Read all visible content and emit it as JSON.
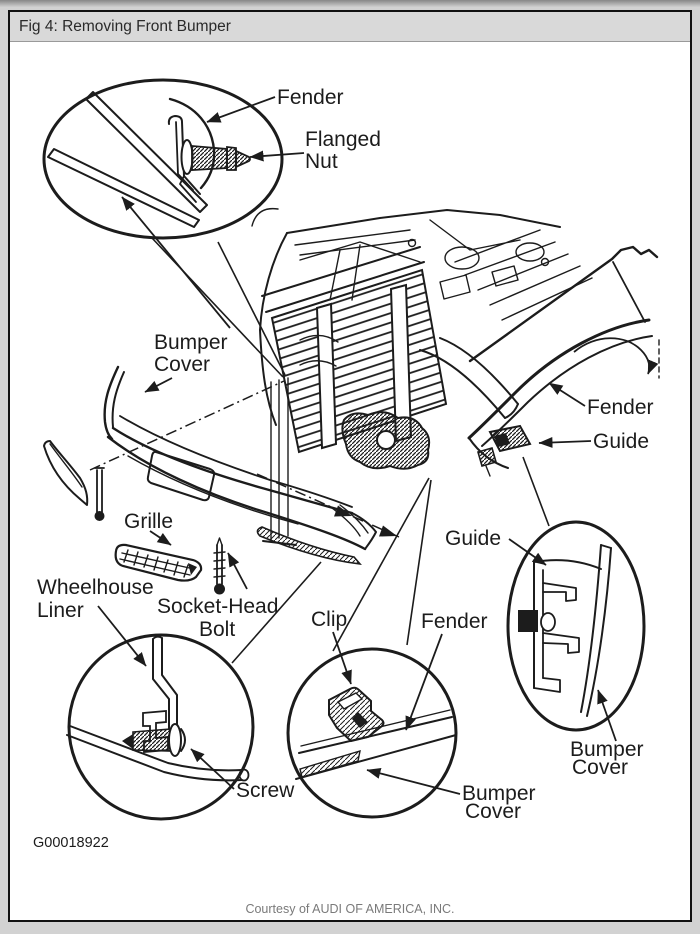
{
  "window": {
    "title": "Fig 4: Removing Front Bumper"
  },
  "labels": {
    "fender_detail": "Fender",
    "flanged_nut_line1": "Flanged",
    "flanged_nut_line2": "Nut",
    "bumper_cover_line1": "Bumper",
    "bumper_cover_line2": "Cover",
    "grille": "Grille",
    "wheelhouse_liner_line1": "Wheelhouse",
    "wheelhouse_liner_line2": "Liner",
    "socket_head_bolt_line1": "Socket-Head",
    "socket_head_bolt_line2": "Bolt",
    "clip": "Clip",
    "fender_at_clip": "Fender",
    "bumper_cover_at_clip_line1": "Bumper",
    "bumper_cover_at_clip_line2": "Cover",
    "screw": "Screw",
    "fender_right": "Fender",
    "guide_right": "Guide",
    "guide_detail": "Guide",
    "bumper_cover_detail_line1": "Bumper",
    "bumper_cover_detail_line2": "Cover"
  },
  "footer": {
    "figure_code": "G00018922",
    "courtesy": "Courtesy of AUDI OF AMERICA, INC."
  },
  "colors": {
    "ink": "#1c1c1c",
    "title_bar_bg": "#d9d9d9",
    "page_bg": "#d2d2d2",
    "courtesy_text": "#7a7a7a"
  }
}
